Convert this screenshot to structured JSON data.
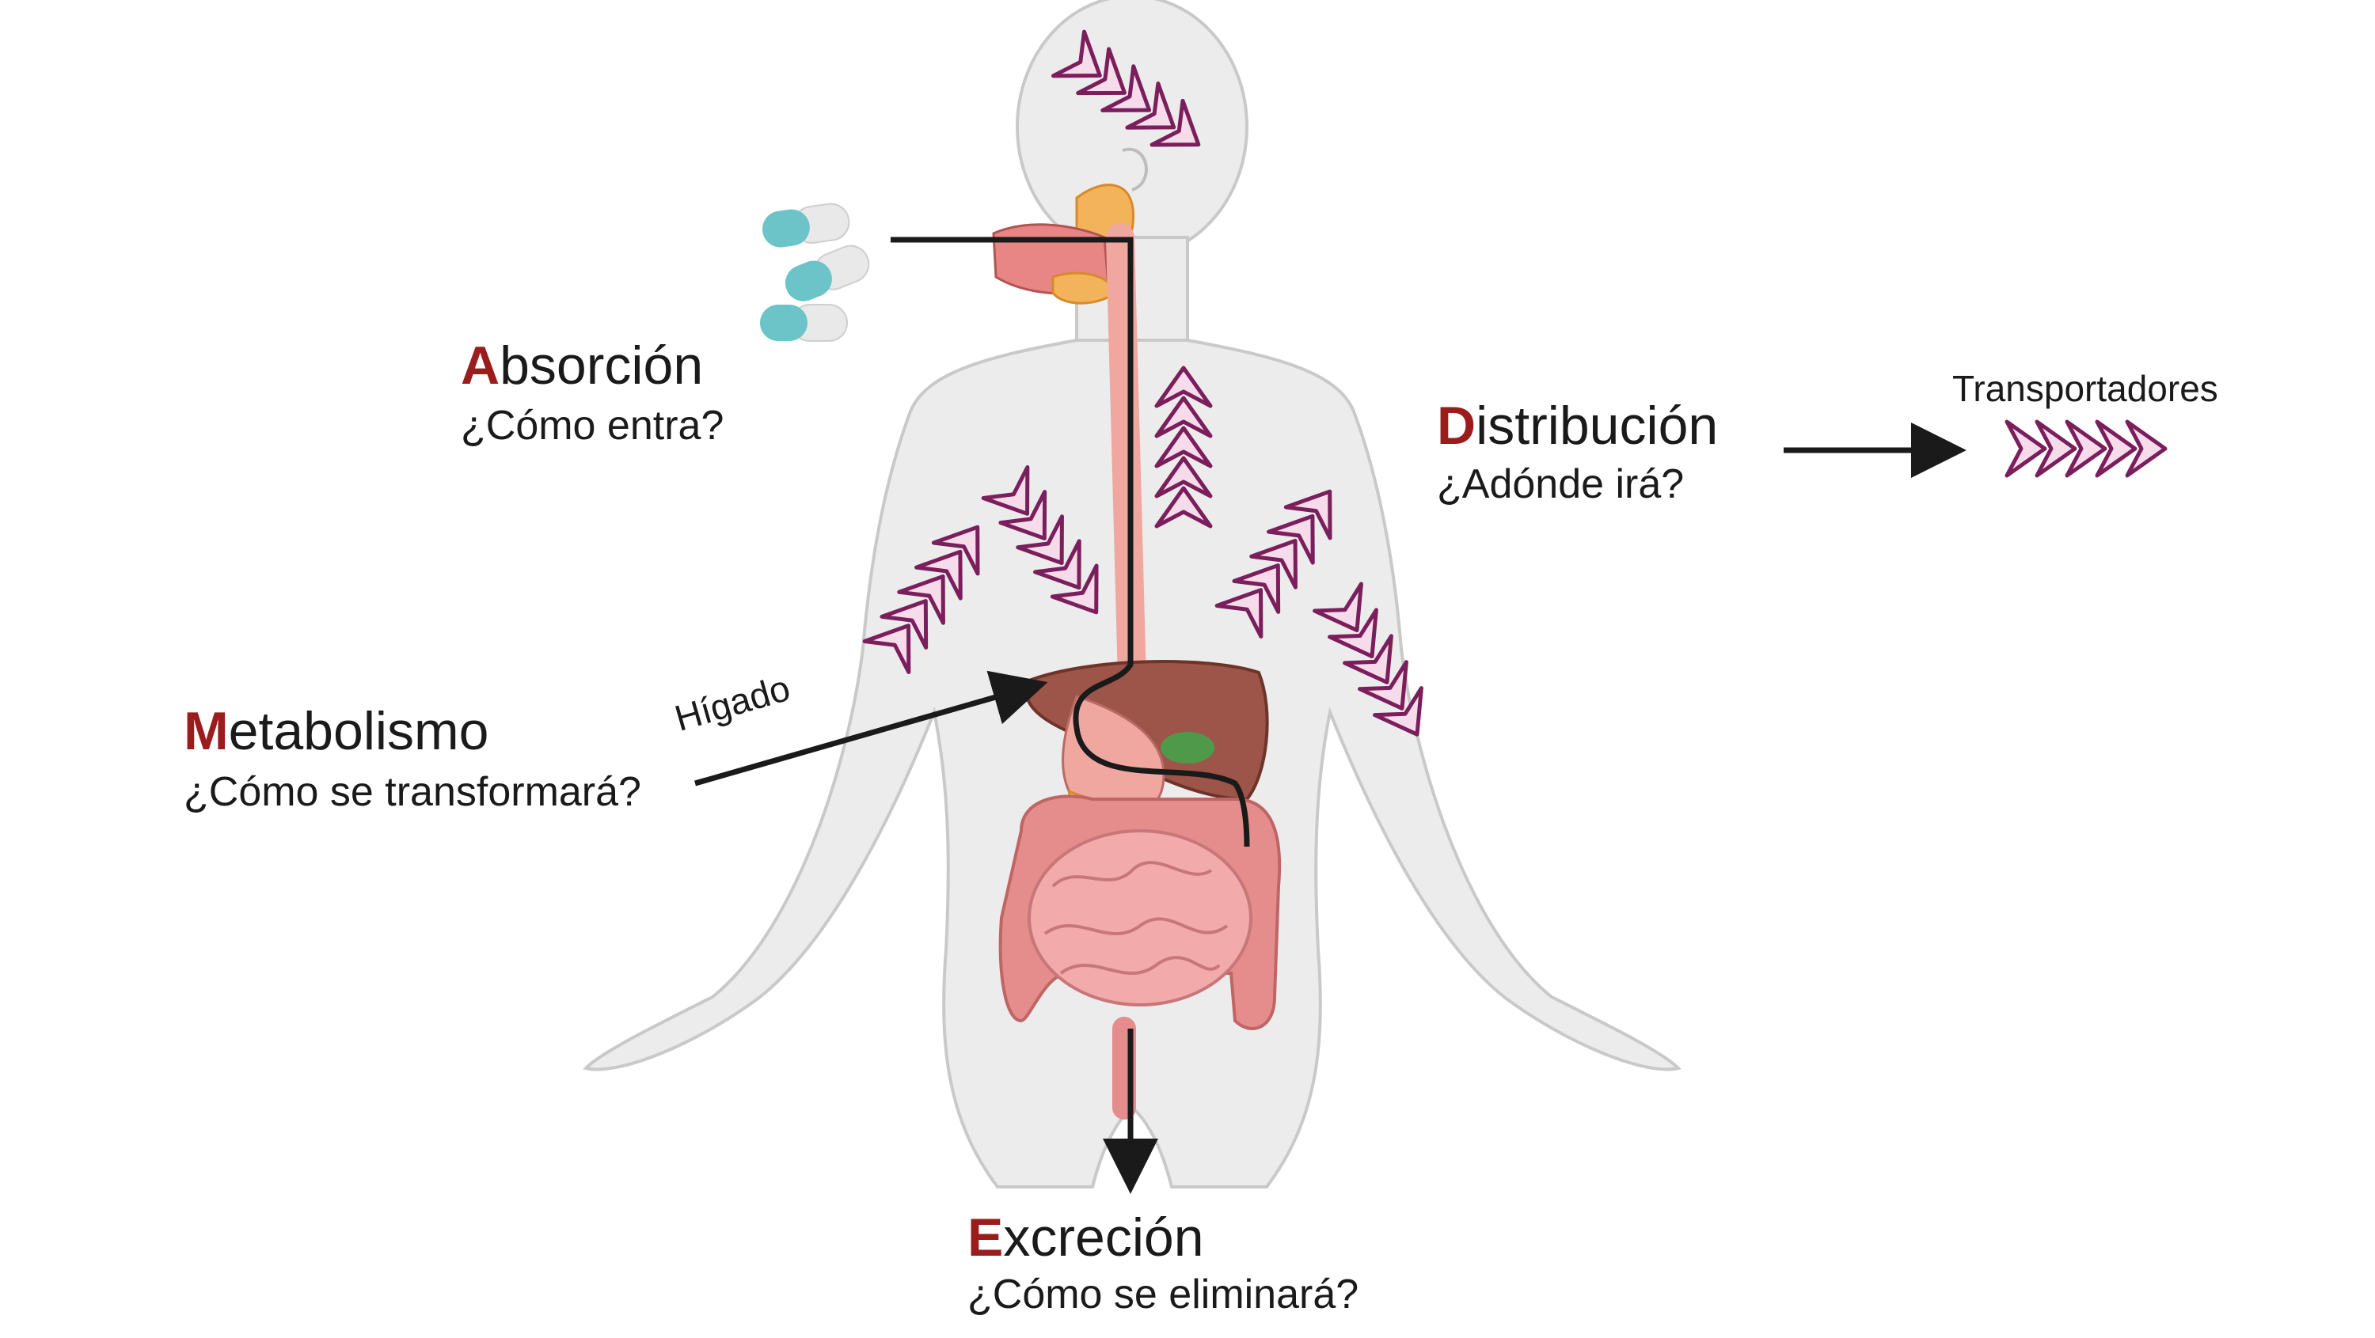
{
  "labels": {
    "absorcion": {
      "initial": "A",
      "rest": "bsorción",
      "question": "¿Cómo entra?"
    },
    "distribucion": {
      "initial": "D",
      "rest": "istribución",
      "question": "¿Adónde irá?"
    },
    "metabolismo": {
      "initial": "M",
      "rest": "etabolismo",
      "question": "¿Cómo se transformará?"
    },
    "excrecion": {
      "initial": "E",
      "rest": "xcreción",
      "question": "¿Cómo se eliminará?"
    },
    "higado": "Hígado",
    "transportadores": "Transportadores"
  },
  "colors": {
    "accent_initial": "#9b1c1c",
    "transporter_stroke": "#7a1f5c",
    "transporter_fill": "#f6dcea",
    "body_fill": "#ececec",
    "liver": "#9c5548",
    "intestine": "#e79a9a",
    "capsule_teal": "#6cc4c9"
  }
}
